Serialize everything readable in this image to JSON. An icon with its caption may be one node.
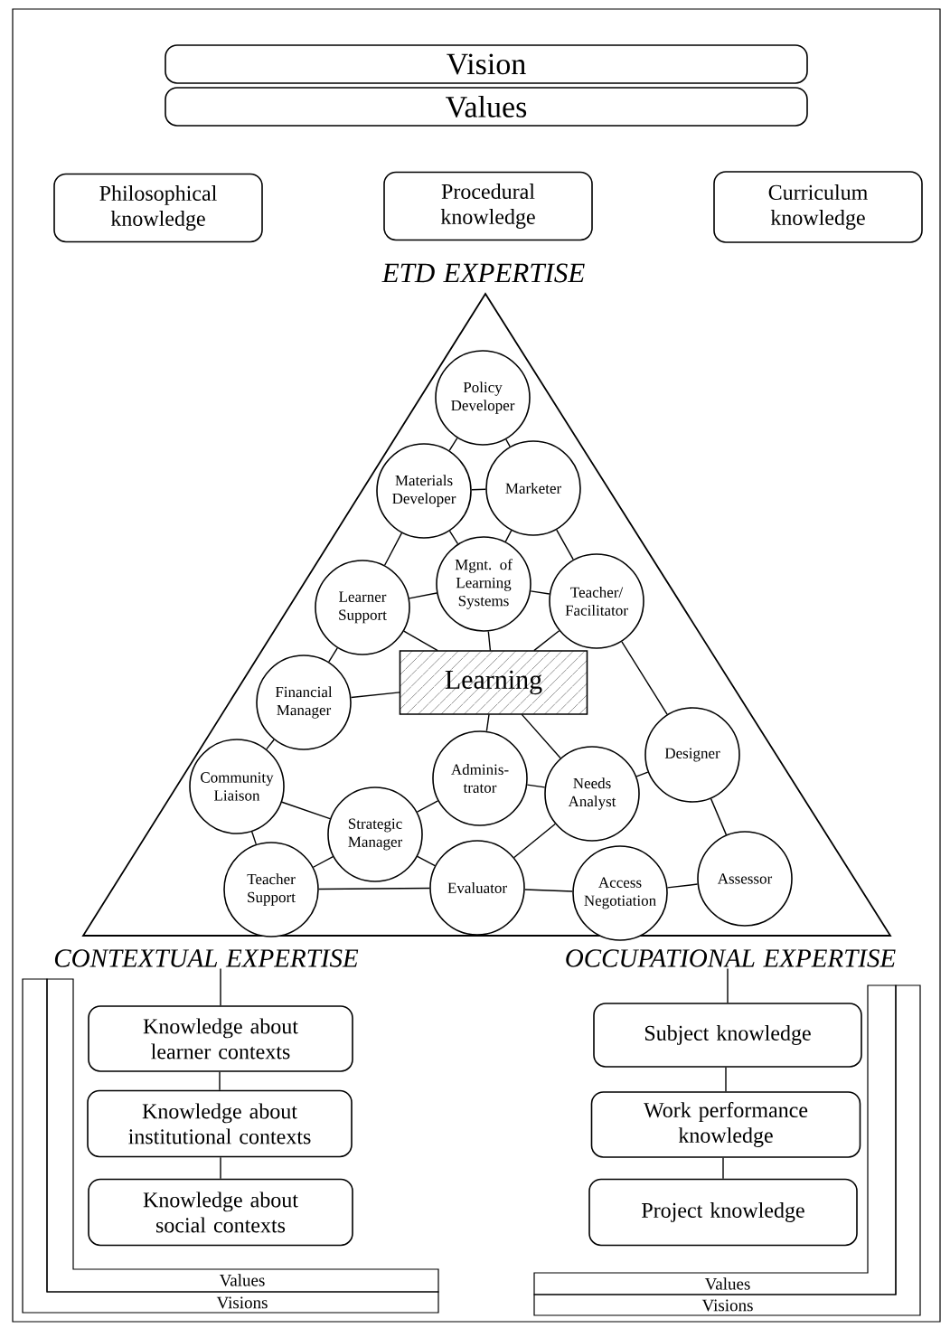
{
  "diagram": {
    "nodes": [
      {
        "text": [
          "Vision"
        ]
      },
      {
        "text": [
          "Values"
        ]
      },
      {
        "text": [
          "Philosophical knowledge"
        ]
      },
      {
        "text": [
          "Procedural knowledge"
        ]
      },
      {
        "text": [
          "Curriculum knowledge"
        ]
      },
      {
        "text": [
          "ETD EXPERTISE"
        ]
      },
      {
        "text": [
          "Policy Developer"
        ],
        "in": 5
      },
      {
        "text": [
          "Materials Developer"
        ],
        "in": 5
      },
      {
        "text": [
          "Marketer"
        ],
        "in": 5
      },
      {
        "text": [
          "Mgnt. of Learning Systems"
        ],
        "in": 5
      },
      {
        "text": [
          "Learner Support"
        ],
        "in": 5
      },
      {
        "text": [
          "Teacher/ Facilitator"
        ],
        "in": 5
      },
      {
        "text": [
          "Learning"
        ],
        "in": 5
      },
      {
        "text": [
          "Financial Manager"
        ],
        "in": 5
      },
      {
        "text": [
          "Designer"
        ],
        "in": 5
      },
      {
        "text": [
          "Community Liaison"
        ],
        "in": 5
      },
      {
        "text": [
          "Adminis-trator"
        ],
        "in": 5
      },
      {
        "text": [
          "Needs Analyst"
        ],
        "in": 5
      },
      {
        "text": [
          "Strategic Manager"
        ],
        "in": 5
      },
      {
        "text": [
          "Teacher Support"
        ],
        "in": 5
      },
      {
        "text": [
          "Evaluator"
        ],
        "in": 5
      },
      {
        "text": [
          "Access Negotiation"
        ],
        "in": 5
      },
      {
        "text": [
          "Assessor"
        ],
        "in": 5
      },
      {
        "text": [
          "CONTEXTUAL EXPERTISE"
        ]
      },
      {
        "text": [
          "Knowledge about learner contexts"
        ]
      },
      {
        "text": [
          "Knowledge about institutional contexts"
        ]
      },
      {
        "text": [
          "Knowledge about social contexts"
        ]
      },
      {
        "text": [
          "OCCUPATIONAL EXPERTISE"
        ]
      },
      {
        "text": [
          "Subject knowledge"
        ]
      },
      {
        "text": [
          "Work performance knowledge"
        ]
      },
      {
        "text": [
          "Project knowledge"
        ]
      },
      {
        "text": [
          "Values"
        ]
      },
      {
        "text": [
          "Visions"
        ]
      },
      {
        "text": [
          "Values"
        ]
      },
      {
        "text": [
          "Visions"
        ]
      }
    ],
    "edges": [
      {
        "from": 6,
        "to": 7,
        "arrow": "none"
      },
      {
        "from": 6,
        "to": 8,
        "arrow": "none"
      },
      {
        "from": 7,
        "to": 8,
        "arrow": "none"
      },
      {
        "from": 7,
        "to": 9,
        "arrow": "none"
      },
      {
        "from": 8,
        "to": 9,
        "arrow": "none"
      },
      {
        "from": 7,
        "to": 10,
        "arrow": "none"
      },
      {
        "from": 8,
        "to": 11,
        "arrow": "none"
      },
      {
        "from": 9,
        "to": 10,
        "arrow": "none"
      },
      {
        "from": 9,
        "to": 11,
        "arrow": "none"
      },
      {
        "from": 9,
        "to": 12,
        "arrow": "none"
      },
      {
        "from": 10,
        "to": 13,
        "arrow": "none"
      },
      {
        "from": 10,
        "to": 12,
        "arrow": "none"
      },
      {
        "from": 11,
        "to": 12,
        "arrow": "none"
      },
      {
        "from": 11,
        "to": 14,
        "arrow": "none"
      },
      {
        "from": 13,
        "to": 12,
        "arrow": "none"
      },
      {
        "from": 13,
        "to": 15,
        "arrow": "none"
      },
      {
        "from": 12,
        "to": 16,
        "arrow": "none"
      },
      {
        "from": 12,
        "to": 17,
        "arrow": "none"
      },
      {
        "from": 16,
        "to": 17,
        "arrow": "none"
      },
      {
        "from": 16,
        "to": 18,
        "arrow": "none"
      },
      {
        "from": 17,
        "to": 14,
        "arrow": "none"
      },
      {
        "from": 17,
        "to": 20,
        "arrow": "none"
      },
      {
        "from": 15,
        "to": 18,
        "arrow": "none"
      },
      {
        "from": 15,
        "to": 19,
        "arrow": "none"
      },
      {
        "from": 18,
        "to": 19,
        "arrow": "none"
      },
      {
        "from": 18,
        "to": 20,
        "arrow": "none"
      },
      {
        "from": 19,
        "to": 20,
        "arrow": "none"
      },
      {
        "from": 20,
        "to": 21,
        "arrow": "none"
      },
      {
        "from": 21,
        "to": 22,
        "arrow": "none"
      },
      {
        "from": 14,
        "to": 22,
        "arrow": "none"
      },
      {
        "from": 23,
        "to": 24,
        "arrow": "none"
      },
      {
        "from": 24,
        "to": 25,
        "arrow": "none"
      },
      {
        "from": 25,
        "to": 26,
        "arrow": "none"
      },
      {
        "from": 27,
        "to": 28,
        "arrow": "none"
      },
      {
        "from": 28,
        "to": 29,
        "arrow": "none"
      },
      {
        "from": 29,
        "to": 30,
        "arrow": "none"
      }
    ]
  }
}
